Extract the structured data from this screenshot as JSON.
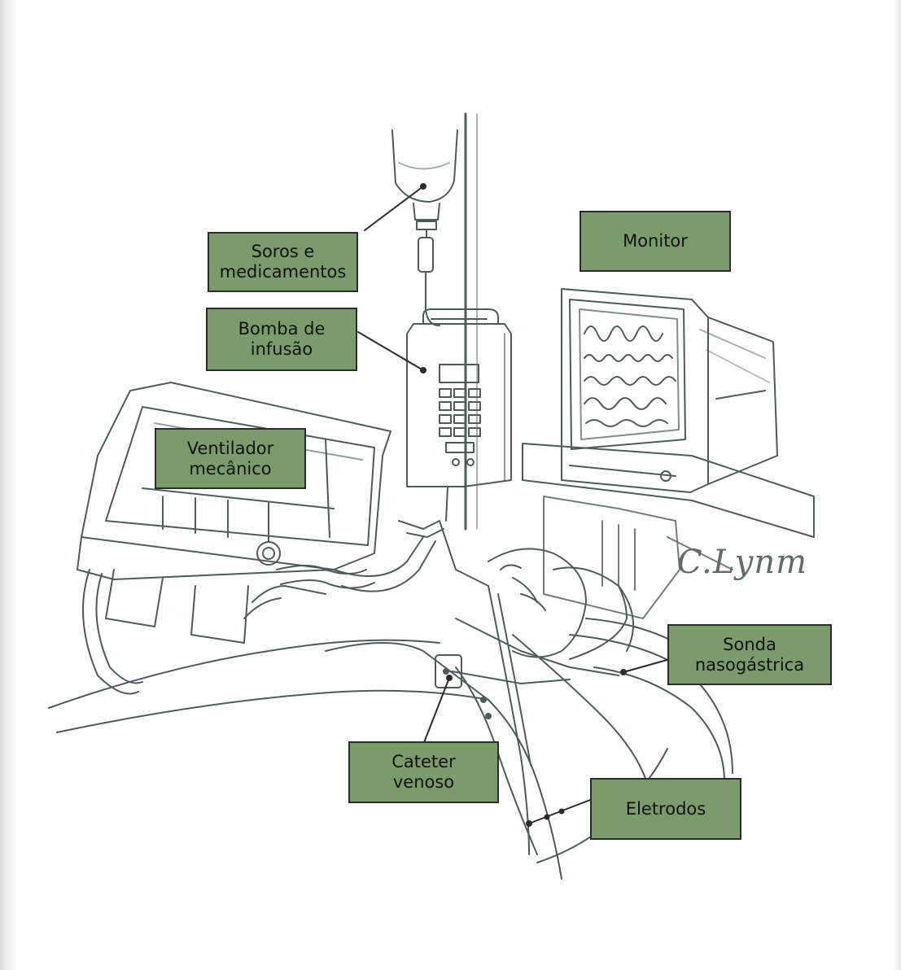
{
  "diagram": {
    "labels": {
      "soros": "Soros e\nmedicamentos",
      "bomba": "Bomba de\ninfusão",
      "monitor": "Monitor",
      "ventilador": "Ventilador\nmecânico",
      "sonda": "Sonda\nnasogástrica",
      "cateter": "Cateter\nvenoso",
      "eletrodos": "Eletrodos"
    },
    "signature": "C.Lynm",
    "colors": {
      "label_fill": "#799c6a",
      "label_border": "#2b2b2b",
      "sketch_ink": "#4d5b5b"
    }
  }
}
